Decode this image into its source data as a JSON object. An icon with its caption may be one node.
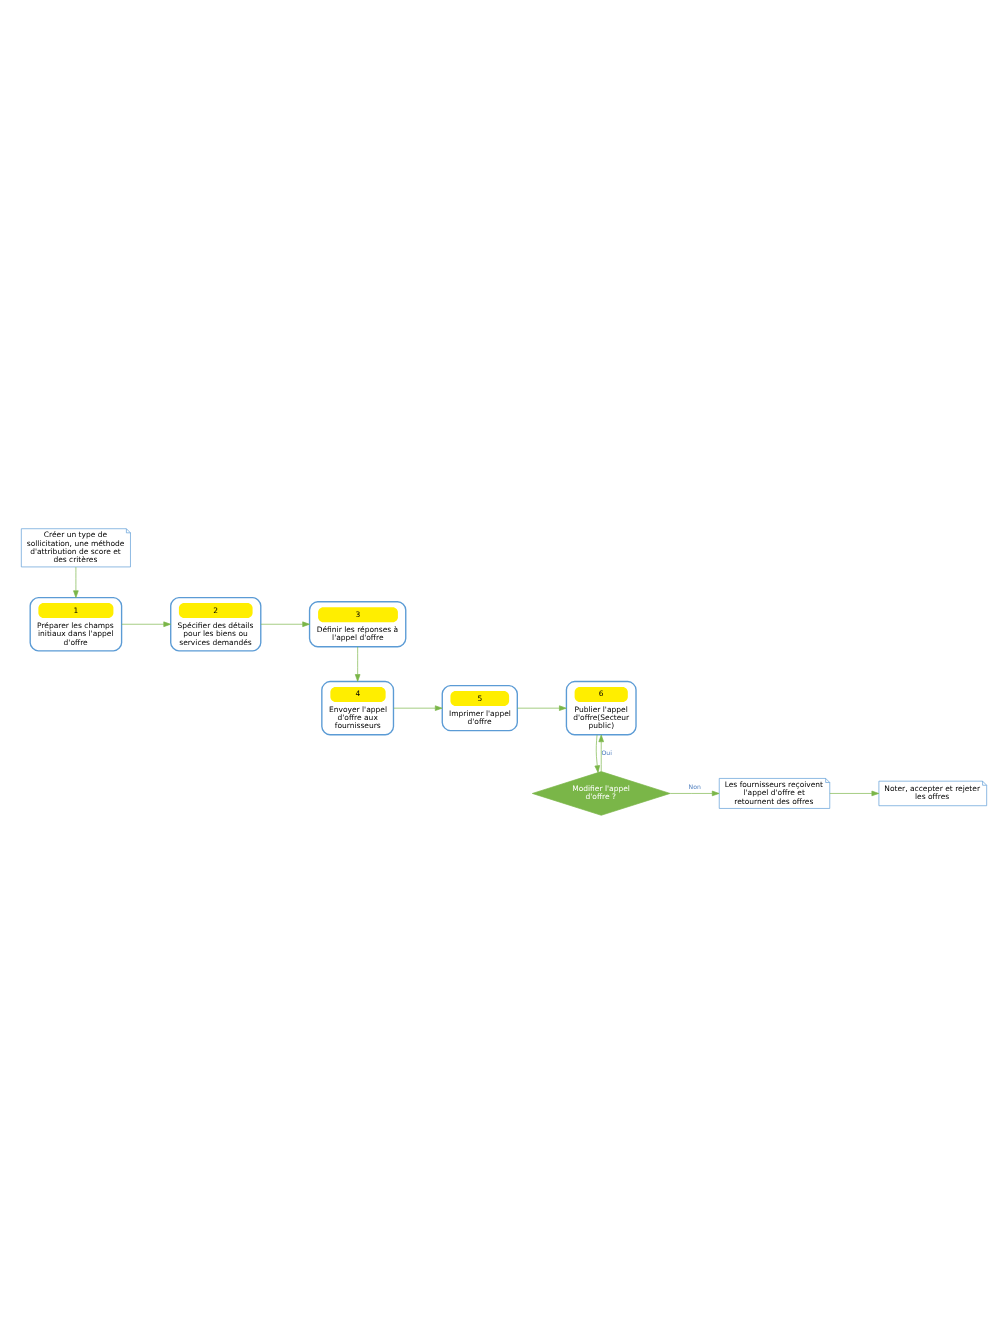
{
  "diagram": {
    "nodes": [
      {
        "text": [
          "Créer un type de sollicitation, une méthode d'attribution de score et des critères"
        ]
      },
      {
        "text": [
          "1",
          "Préparer les champs initiaux dans l'appel d'offre"
        ]
      },
      {
        "text": [
          "2",
          "Spécifier des détails pour les biens ou services demandés"
        ]
      },
      {
        "text": [
          "3",
          "Définir les réponses à l'appel d'offre"
        ]
      },
      {
        "text": [
          "4",
          "Envoyer l'appel d'offre aux fournisseurs"
        ]
      },
      {
        "text": [
          "5",
          "Imprimer l'appel d'offre"
        ]
      },
      {
        "text": [
          "6",
          "Publier l'appel d'offre(Secteur public)"
        ]
      },
      {
        "text": [
          "Modifier l'appel d'offre ?"
        ]
      },
      {
        "text": [
          "Les fournisseurs reçoivent l'appel d'offre et retournent des offres"
        ]
      },
      {
        "text": [
          "Noter, accepter et rejeter les offres"
        ]
      }
    ],
    "edges": [
      {
        "from": 0,
        "to": 1,
        "arrow": "to"
      },
      {
        "from": 1,
        "to": 2,
        "arrow": "to"
      },
      {
        "from": 2,
        "to": 3,
        "arrow": "to"
      },
      {
        "from": 3,
        "to": 4,
        "arrow": "to"
      },
      {
        "from": 4,
        "to": 5,
        "arrow": "to"
      },
      {
        "from": 5,
        "to": 6,
        "arrow": "to"
      },
      {
        "from": 6,
        "to": 7,
        "arrow": "to"
      },
      {
        "from": 7,
        "to": 6,
        "arrow": "to",
        "label": "Oui"
      },
      {
        "from": 7,
        "to": 8,
        "arrow": "to",
        "label": "Non"
      },
      {
        "from": 8,
        "to": 9,
        "arrow": "to"
      }
    ]
  }
}
